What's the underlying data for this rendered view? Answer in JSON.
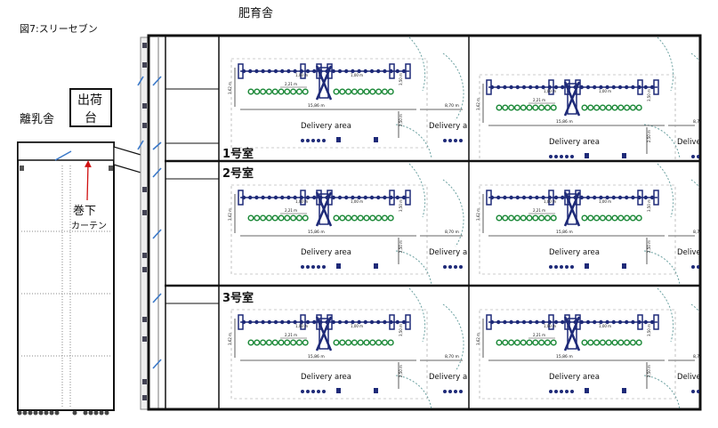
{
  "figure_label": "図7:スリーセブン",
  "fattening_barn": "肥育舎",
  "weaning_barn": "離乳舎",
  "shipping_platform_line1": "出荷",
  "shipping_platform_line2": "台",
  "curtain_line1": "巻下",
  "curtain_line2": "カーテン",
  "rooms": [
    "1号室",
    "2号室",
    "3号室"
  ],
  "pen": {
    "delivery_area": "Delivery area",
    "delivery_area_cut": "Delivery are",
    "dim_width_main": "15,86 m",
    "dim_width_right": "8,70 m",
    "dim_depth": "3,62 m",
    "dim_passage": "2,50 m",
    "dim_small": "1,00 m",
    "dim_mid": "2,21 m",
    "dim_gap": "3,50 m"
  },
  "colors": {
    "outline": "#111111",
    "blue_mark": "#3a78c8",
    "crate": "#1e2a78",
    "trough": "#1e8a3a",
    "door_arc": "#6aa0a0",
    "curtain_arrow": "#d01010",
    "sidewall_fill": "#eeeeee",
    "feet": "#444444"
  }
}
